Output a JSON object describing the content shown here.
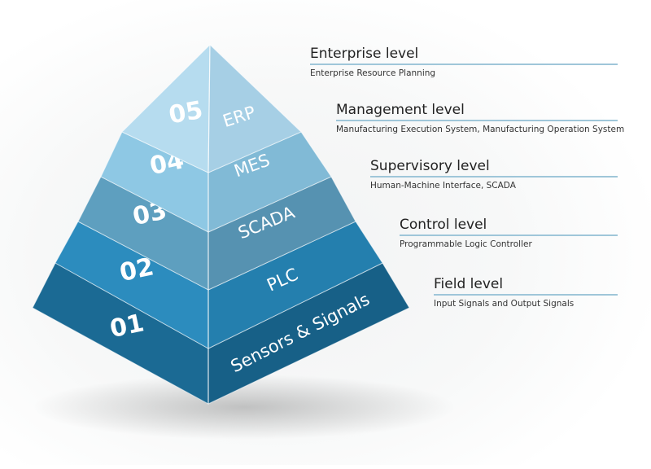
{
  "pyramid": {
    "tiers": [
      {
        "number": "01",
        "label": "Sensors & Signals",
        "left_color": "#1b6a94",
        "right_color": "#176087"
      },
      {
        "number": "02",
        "label": "PLC",
        "left_color": "#2c8cbe",
        "right_color": "#247fae"
      },
      {
        "number": "03",
        "label": "SCADA",
        "left_color": "#5e9fbf",
        "right_color": "#5692b1"
      },
      {
        "number": "04",
        "label": "MES",
        "left_color": "#8ec8e4",
        "right_color": "#81bad6"
      },
      {
        "number": "05",
        "label": "ERP",
        "left_color": "#b6dcef",
        "right_color": "#a6cfe5"
      }
    ]
  },
  "levels": [
    {
      "title": "Enterprise level",
      "description": "Enterprise Resource Planning"
    },
    {
      "title": "Management level",
      "description": "Manufacturing Execution System, Manufacturing Operation System"
    },
    {
      "title": "Supervisory level",
      "description": "Human-Machine Interface, SCADA"
    },
    {
      "title": "Control level",
      "description": "Programmable Logic Controller"
    },
    {
      "title": "Field level",
      "description": "Input Signals and Output Signals"
    }
  ]
}
